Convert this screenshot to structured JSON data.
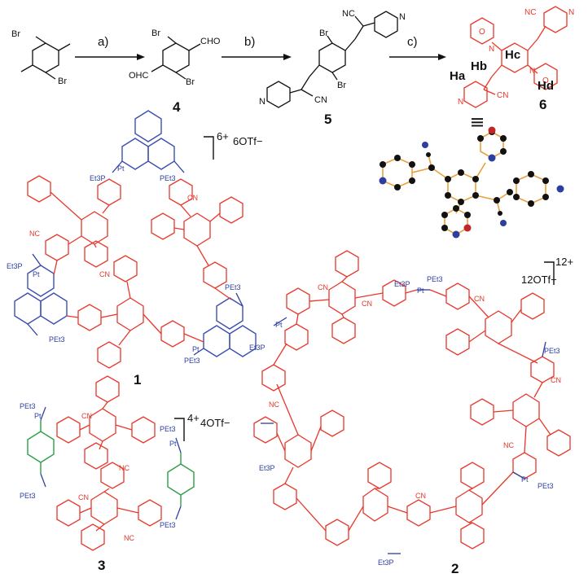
{
  "scheme": {
    "step_a": "a)",
    "step_b": "b)",
    "step_c": "c)",
    "atoms": {
      "Br": "Br",
      "CHO": "CHO",
      "OHC": "OHC",
      "NC": "NC",
      "CN": "CN",
      "N": "N",
      "O": "O",
      "Pt": "Pt",
      "Et3P": "Et3P",
      "PEt3": "PEt3"
    },
    "h_labels": {
      "a": "Ha",
      "b": "Hb",
      "c": "Hc",
      "d": "Hd"
    },
    "equiv": "|||"
  },
  "compounds": {
    "c1": {
      "number": "1",
      "charge": "6+",
      "counter": "6OTf−"
    },
    "c2": {
      "number": "2",
      "charge": "12+",
      "counter": "12OTf−"
    },
    "c3": {
      "number": "3",
      "charge": "4+",
      "counter": "4OTf−"
    },
    "c4": {
      "number": "4"
    },
    "c5": {
      "number": "5"
    },
    "c6": {
      "number": "6"
    }
  },
  "colors": {
    "core": "#e8372b",
    "platinum": "#2d3f9e",
    "phenanthrene": "#3c4fb0",
    "terephthalate": "#2e9e48",
    "black": "#111111",
    "bond": "#e8a040",
    "atom_N": "#2d3f9e",
    "atom_O": "#c0252a"
  }
}
